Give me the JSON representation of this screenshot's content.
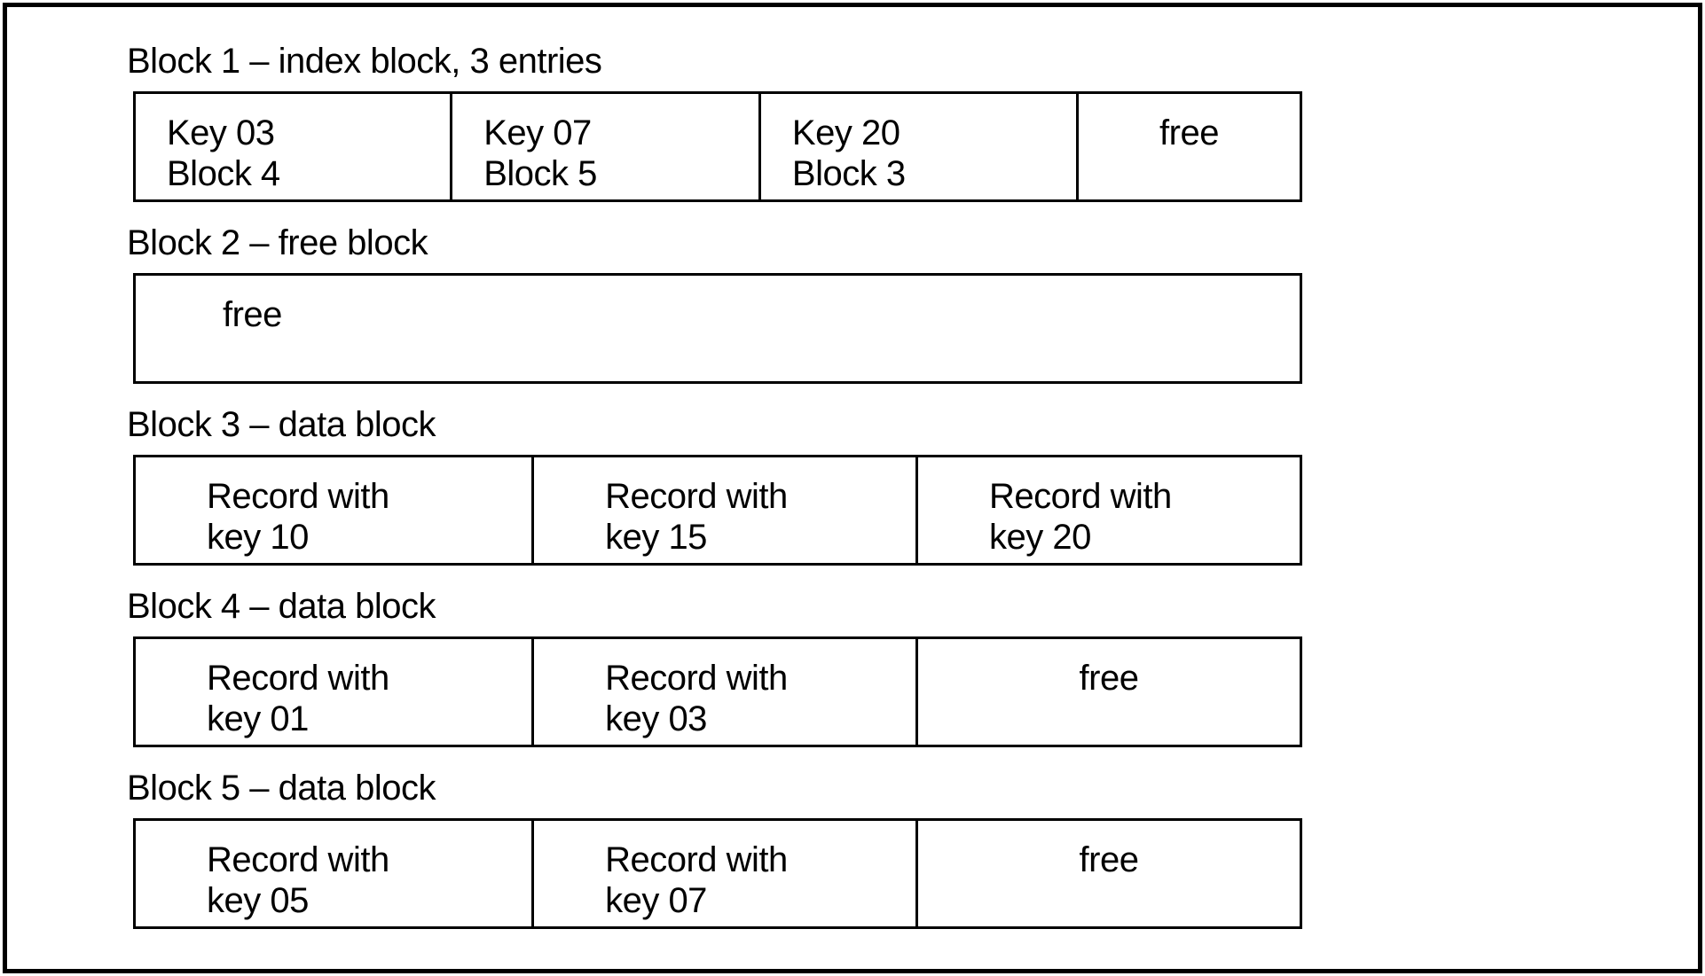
{
  "diagram": {
    "blocks": [
      {
        "title": "Block 1 – index block, 3 entries",
        "kind": "index-block",
        "cells": [
          {
            "kind": "index-entry",
            "width_pct": 27,
            "lines": [
              "Key 03",
              "Block 4"
            ]
          },
          {
            "kind": "index-entry",
            "width_pct": 26.5,
            "lines": [
              "Key 07",
              "Block 5"
            ]
          },
          {
            "kind": "index-entry",
            "width_pct": 27.3,
            "lines": [
              "Key 20",
              "Block 3"
            ]
          },
          {
            "kind": "free",
            "width_pct": 19.2,
            "lines": [
              "free"
            ]
          }
        ]
      },
      {
        "title": "Block 2 – free block",
        "kind": "free-block",
        "cells": [
          {
            "kind": "free-left",
            "width_pct": 100,
            "lines": [
              "free"
            ]
          }
        ]
      },
      {
        "title": "Block 3 – data block",
        "kind": "data-block",
        "cells": [
          {
            "kind": "record",
            "width_pct": 34,
            "lines": [
              "Record with",
              "key 10"
            ]
          },
          {
            "kind": "record",
            "width_pct": 33,
            "lines": [
              "Record with",
              "key 15"
            ]
          },
          {
            "kind": "record",
            "width_pct": 33,
            "lines": [
              "Record with",
              "key 20"
            ]
          }
        ]
      },
      {
        "title": "Block 4 – data block",
        "kind": "data-block",
        "cells": [
          {
            "kind": "record",
            "width_pct": 34,
            "lines": [
              "Record with",
              "key 01"
            ]
          },
          {
            "kind": "record",
            "width_pct": 33,
            "lines": [
              "Record with",
              "key 03"
            ]
          },
          {
            "kind": "free",
            "width_pct": 33,
            "lines": [
              "free"
            ]
          }
        ]
      },
      {
        "title": "Block 5 – data block",
        "kind": "data-block",
        "cells": [
          {
            "kind": "record",
            "width_pct": 34,
            "lines": [
              "Record with",
              "key 05"
            ]
          },
          {
            "kind": "record",
            "width_pct": 33,
            "lines": [
              "Record with",
              "key 07"
            ]
          },
          {
            "kind": "free",
            "width_pct": 33,
            "lines": [
              "free"
            ]
          }
        ]
      }
    ],
    "colors": {
      "line": "#000000",
      "text": "#000000",
      "background": "#ffffff"
    }
  }
}
